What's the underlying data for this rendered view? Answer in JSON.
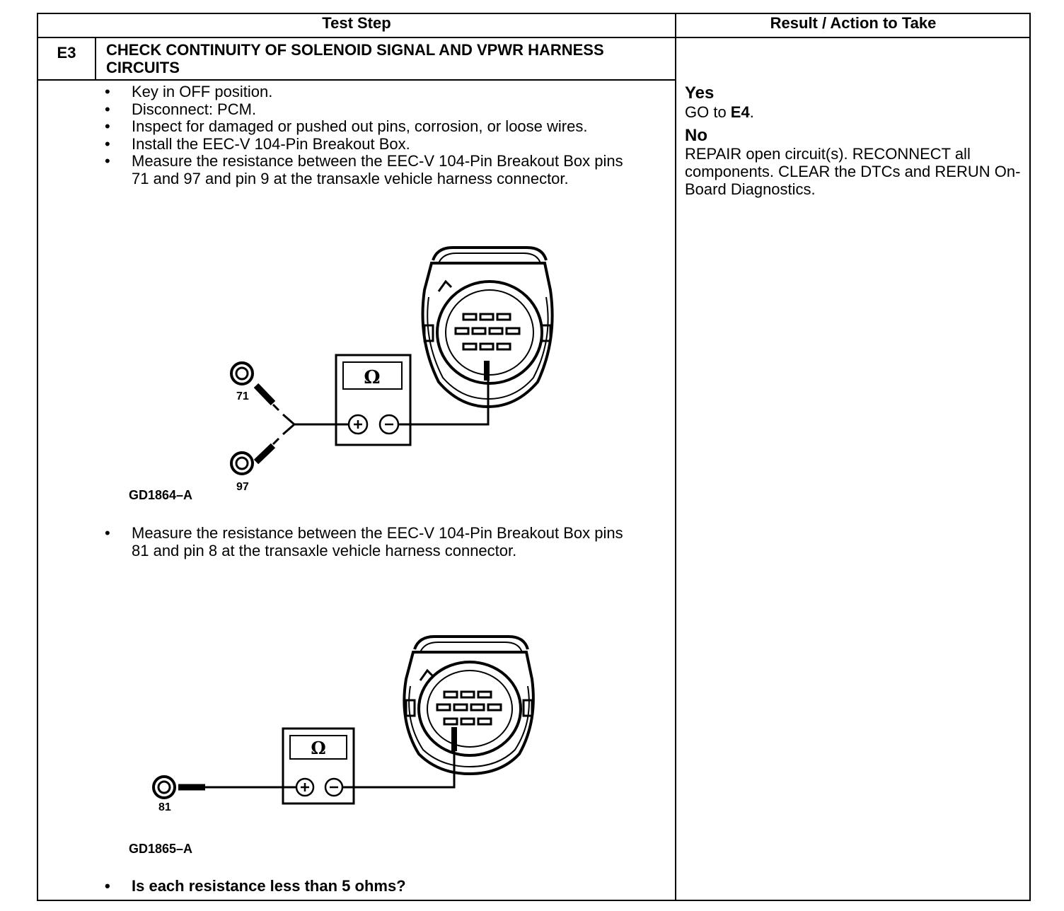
{
  "header": {
    "test_step": "Test Step",
    "result": "Result / Action to Take"
  },
  "step": {
    "id": "E3",
    "title": "CHECK CONTINUITY OF SOLENOID SIGNAL AND VPWR HARNESS CIRCUITS",
    "bullets_1": [
      "Key in OFF position.",
      "Disconnect: PCM.",
      "Inspect for damaged or pushed out pins, corrosion, or loose wires.",
      "Install the EEC-V 104-Pin Breakout Box.",
      "Measure the resistance between the EEC-V 104-Pin Breakout Box pins 71 and 97 and pin 9 at the transaxle vehicle harness connector."
    ],
    "bullets_2": [
      "Measure the resistance between the EEC-V 104-Pin Breakout Box pins 81 and pin 8 at the transaxle vehicle harness connector."
    ],
    "question": "Is each resistance less than 5 ohms?"
  },
  "figure1": {
    "caption": "GD1864–A",
    "pin_a": "71",
    "pin_b": "97",
    "meter_symbol": "Ω"
  },
  "figure2": {
    "caption": "GD1865–A",
    "pin_a": "81",
    "meter_symbol": "Ω"
  },
  "result": {
    "yes_label": "Yes",
    "yes_prefix": "GO to ",
    "yes_target": "E4",
    "yes_suffix": ".",
    "no_label": "No",
    "no_text": "REPAIR open circuit(s). RECONNECT all components. CLEAR the DTCs and RERUN On-Board Diagnostics."
  }
}
